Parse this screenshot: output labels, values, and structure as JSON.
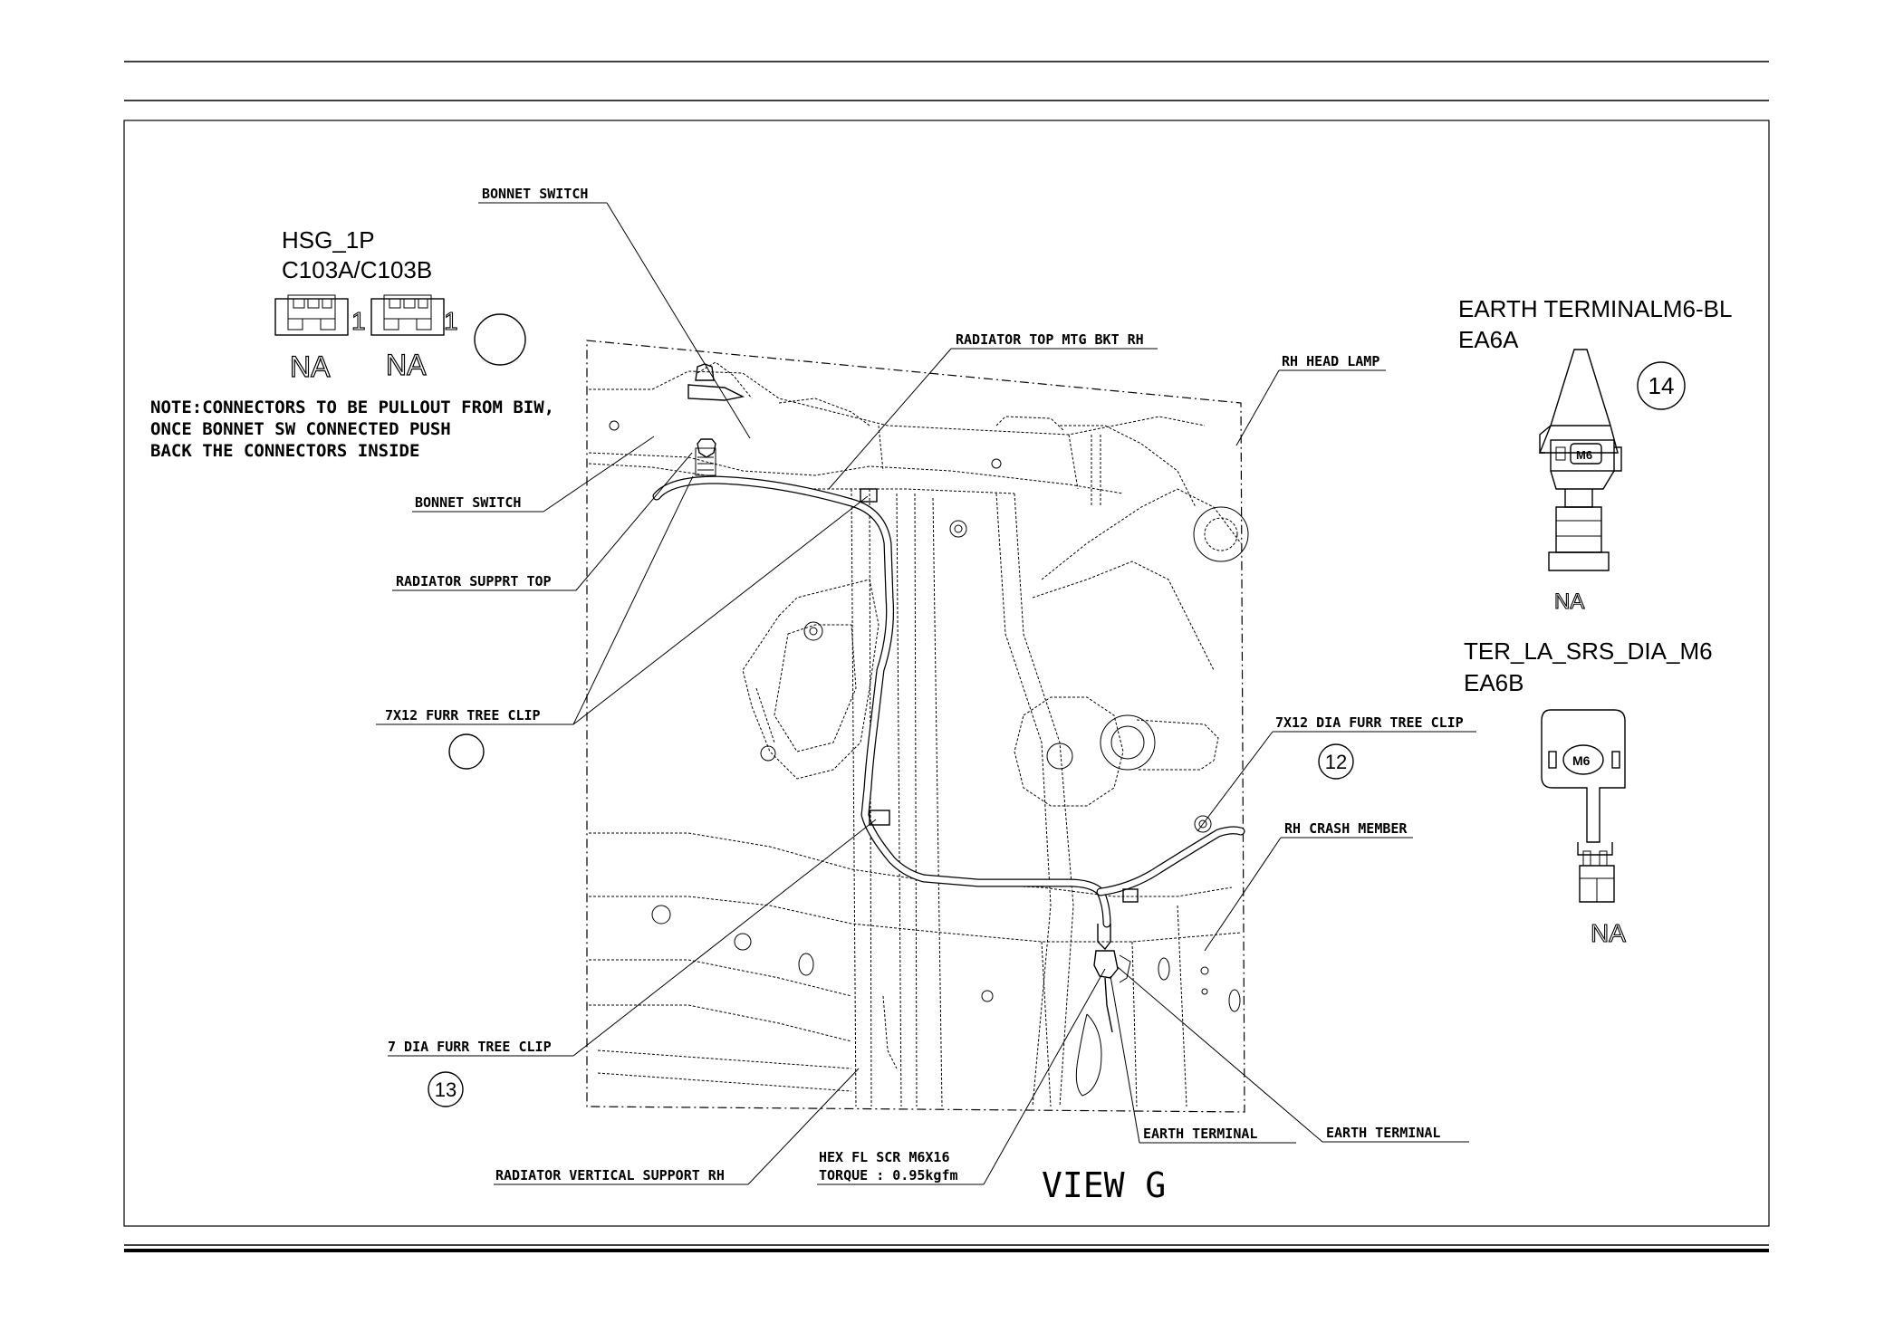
{
  "connector": {
    "name": "HSG_1P",
    "part": "C103A/C103B",
    "pin_a": "1",
    "pin_b": "1",
    "na_a": "NA",
    "na_b": "NA"
  },
  "note": {
    "line1": "NOTE:CONNECTORS TO BE PULLOUT FROM BIW,",
    "line2": "ONCE BONNET SW CONNECTED PUSH",
    "line3": "BACK THE CONNECTORS INSIDE"
  },
  "labels": {
    "bonnet_switch_top": "BONNET SWITCH",
    "radiator_top_mtg": "RADIATOR TOP MTG BKT RH",
    "rh_head_lamp": "RH HEAD LAMP",
    "bonnet_switch": "BONNET SWITCH",
    "radiator_support_top": "RADIATOR SUPPRT TOP",
    "furr_clip_7x12": "7X12  FURR TREE CLIP",
    "dia_furr_clip_7x12": "7X12 DIA FURR TREE CLIP",
    "rh_crash_member": "RH CRASH MEMBER",
    "dia_furr_clip_7": "7 DIA FURR TREE CLIP",
    "earth_terminal_1": "EARTH TERMINAL",
    "earth_terminal_2": "EARTH TERMINAL",
    "radiator_vertical": "RADIATOR VERTICAL SUPPORT RH",
    "hex_screw": "HEX FL SCR M6X16",
    "torque": "TORQUE : 0.95kgfm",
    "view": "VIEW G"
  },
  "callouts": {
    "c12": "12",
    "c13": "13",
    "c14": "14"
  },
  "terminal_a": {
    "name": "EARTH TERMINALM6-BL",
    "code": "EA6A",
    "stud": "M6",
    "na": "NA"
  },
  "terminal_b": {
    "name": "TER_LA_SRS_DIA_M6",
    "code": "EA6B",
    "stud": "M6",
    "na": "NA"
  }
}
